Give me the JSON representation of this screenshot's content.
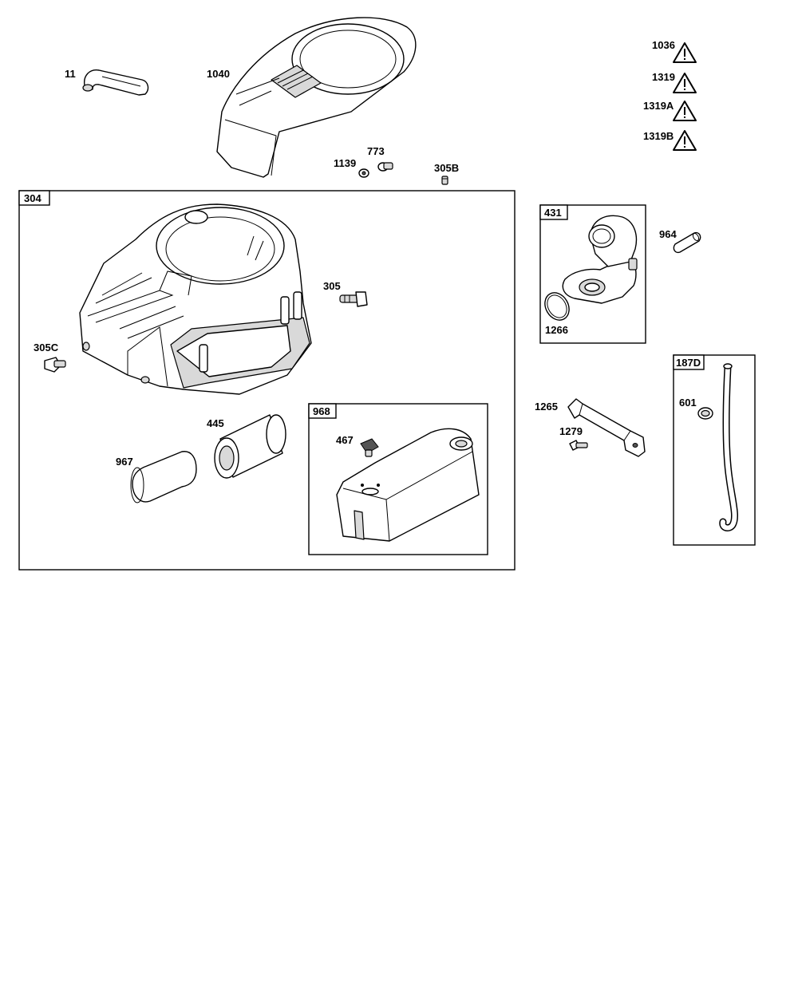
{
  "callouts": {
    "c11": "11",
    "c1040": "1040",
    "c1036": "1036",
    "c1319": "1319",
    "c1319A": "1319A",
    "c1319B": "1319B",
    "c1139": "1139",
    "c773": "773",
    "c305B": "305B",
    "c305": "305",
    "c305C": "305C",
    "c445": "445",
    "c967": "967",
    "c467": "467",
    "c1266": "1266",
    "c964": "964",
    "c1265": "1265",
    "c1279": "1279",
    "c601": "601"
  },
  "groups": {
    "g304": "304",
    "g968": "968",
    "g431": "431",
    "g187D": "187D"
  },
  "colors": {
    "line": "#000000",
    "shade": "#d9d9d9",
    "background": "#ffffff"
  },
  "icons": {
    "warning": "warning-triangle-icon"
  }
}
